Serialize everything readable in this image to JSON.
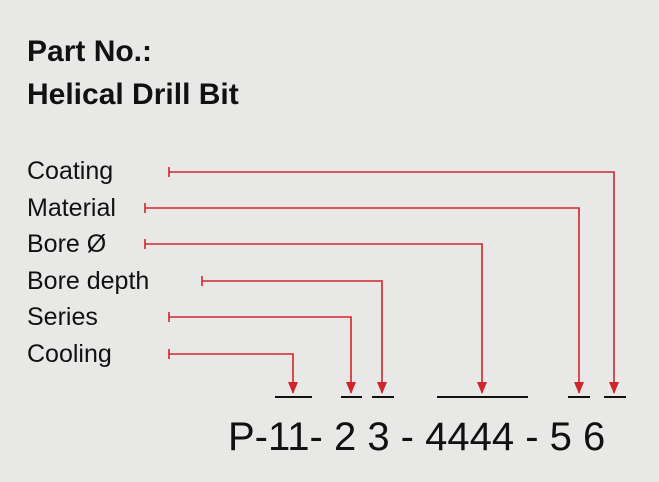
{
  "title": {
    "line1": "Part No.:",
    "line2": "Helical Drill Bit"
  },
  "labels": [
    {
      "text": "Coating"
    },
    {
      "text": "Material"
    },
    {
      "text": "Bore Ø"
    },
    {
      "text": "Bore depth"
    },
    {
      "text": "Series"
    },
    {
      "text": "Cooling"
    }
  ],
  "part_number": "P-11- 2 3 - 4444 - 5 6",
  "colors": {
    "background": "#e8e8e6",
    "connector": "#d0252c",
    "text": "#111111"
  }
}
